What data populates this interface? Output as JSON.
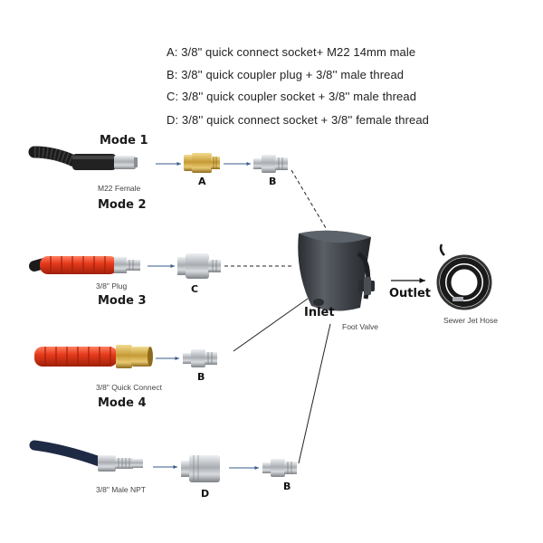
{
  "legend": [
    "A: 3/8\" quick connect socket+ M22 14mm male",
    "B: 3/8'' quick coupler plug + 3/8'' male thread",
    "C: 3/8'' quick coupler socket + 3/8'' male thread",
    "D: 3/8'' quick connect socket + 3/8'' female thread"
  ],
  "modes": [
    "Mode 1",
    "Mode 2",
    "Mode 3",
    "Mode 4"
  ],
  "captions": {
    "m22": "M22 Female",
    "plug": "3/8\" Plug",
    "quick_connect": "3/8\" Quick Connect",
    "male_npt": "3/8\" Male NPT",
    "foot_valve": "Foot Valve",
    "sewer_hose": "Sewer Jet Hose"
  },
  "letters": {
    "a": "A",
    "b1": "B",
    "c": "C",
    "b2": "B",
    "d": "D",
    "b3": "B"
  },
  "labels": {
    "inlet": "Inlet",
    "outlet": "Outlet"
  },
  "colors": {
    "hose_black": "#1b1b1b",
    "hose_red": "#e63a1c",
    "hose_navy": "#1f2a44",
    "brass": "#c9a245",
    "steel": "#b9bcc0",
    "valve": "#3b3f44"
  }
}
